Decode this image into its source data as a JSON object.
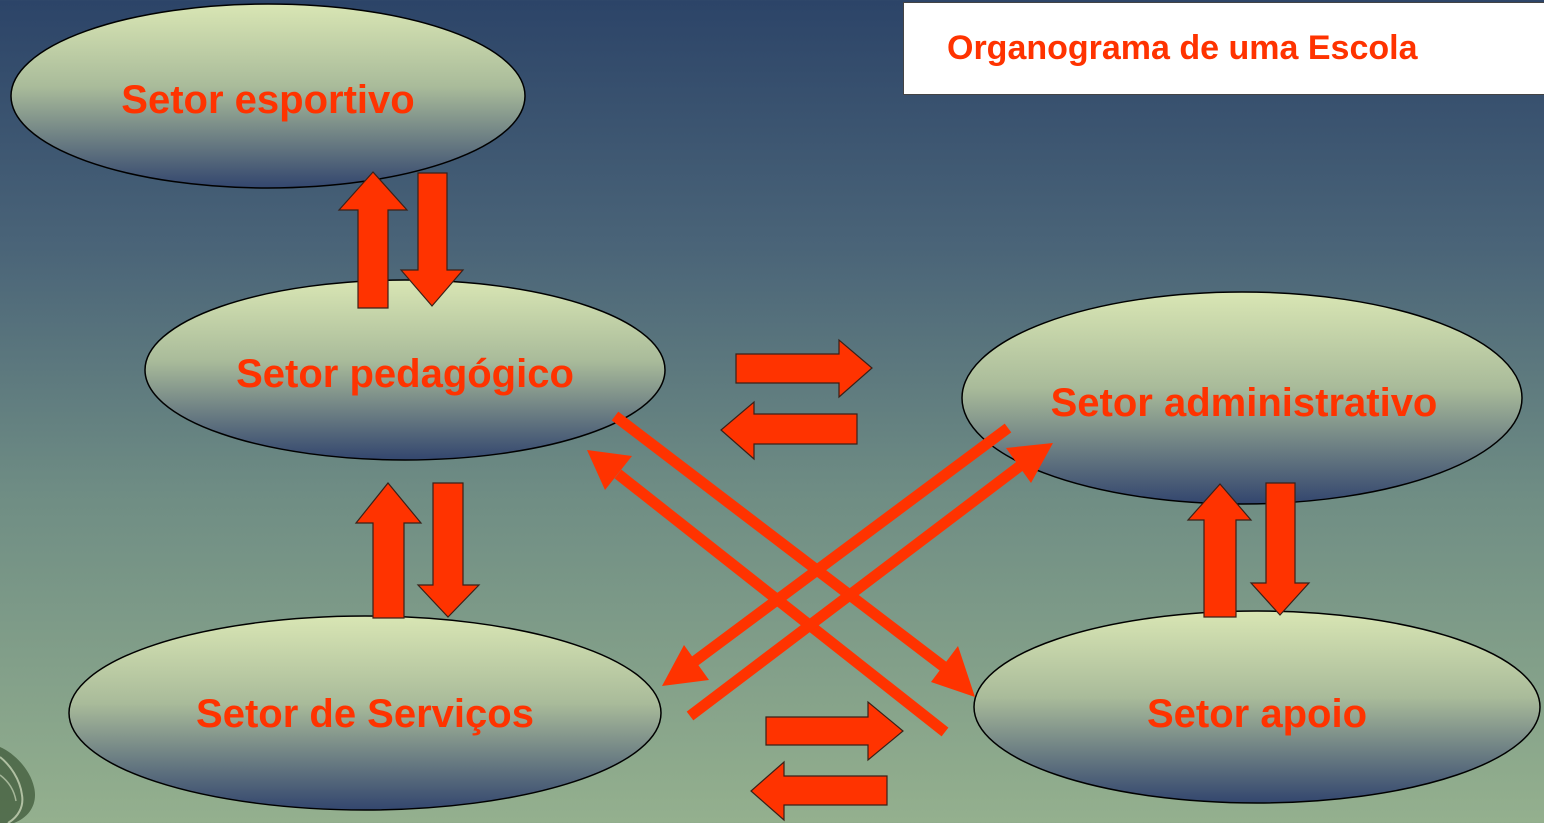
{
  "title": "Organograma de uma Escola",
  "colors": {
    "arrow": "#ff3300",
    "label": "#ff3300",
    "node_top": "#d9e6b4",
    "node_bottom": "#33466e",
    "outline": "#000000"
  },
  "nodes": {
    "esportivo": "Setor esportivo",
    "pedagogico": "Setor pedagógico",
    "administrativo": "Setor administrativo",
    "servicos": "Setor de Serviços",
    "apoio": "Setor apoio"
  },
  "edges": [
    {
      "from": "pedagogico",
      "to": "esportivo"
    },
    {
      "from": "esportivo",
      "to": "pedagogico"
    },
    {
      "from": "servicos",
      "to": "pedagogico"
    },
    {
      "from": "pedagogico",
      "to": "servicos"
    },
    {
      "from": "pedagogico",
      "to": "administrativo"
    },
    {
      "from": "administrativo",
      "to": "pedagogico"
    },
    {
      "from": "apoio",
      "to": "administrativo"
    },
    {
      "from": "administrativo",
      "to": "apoio"
    },
    {
      "from": "servicos",
      "to": "apoio"
    },
    {
      "from": "apoio",
      "to": "servicos"
    },
    {
      "from": "pedagogico",
      "to": "apoio"
    },
    {
      "from": "apoio",
      "to": "pedagogico"
    },
    {
      "from": "servicos",
      "to": "administrativo"
    },
    {
      "from": "administrativo",
      "to": "servicos"
    }
  ]
}
